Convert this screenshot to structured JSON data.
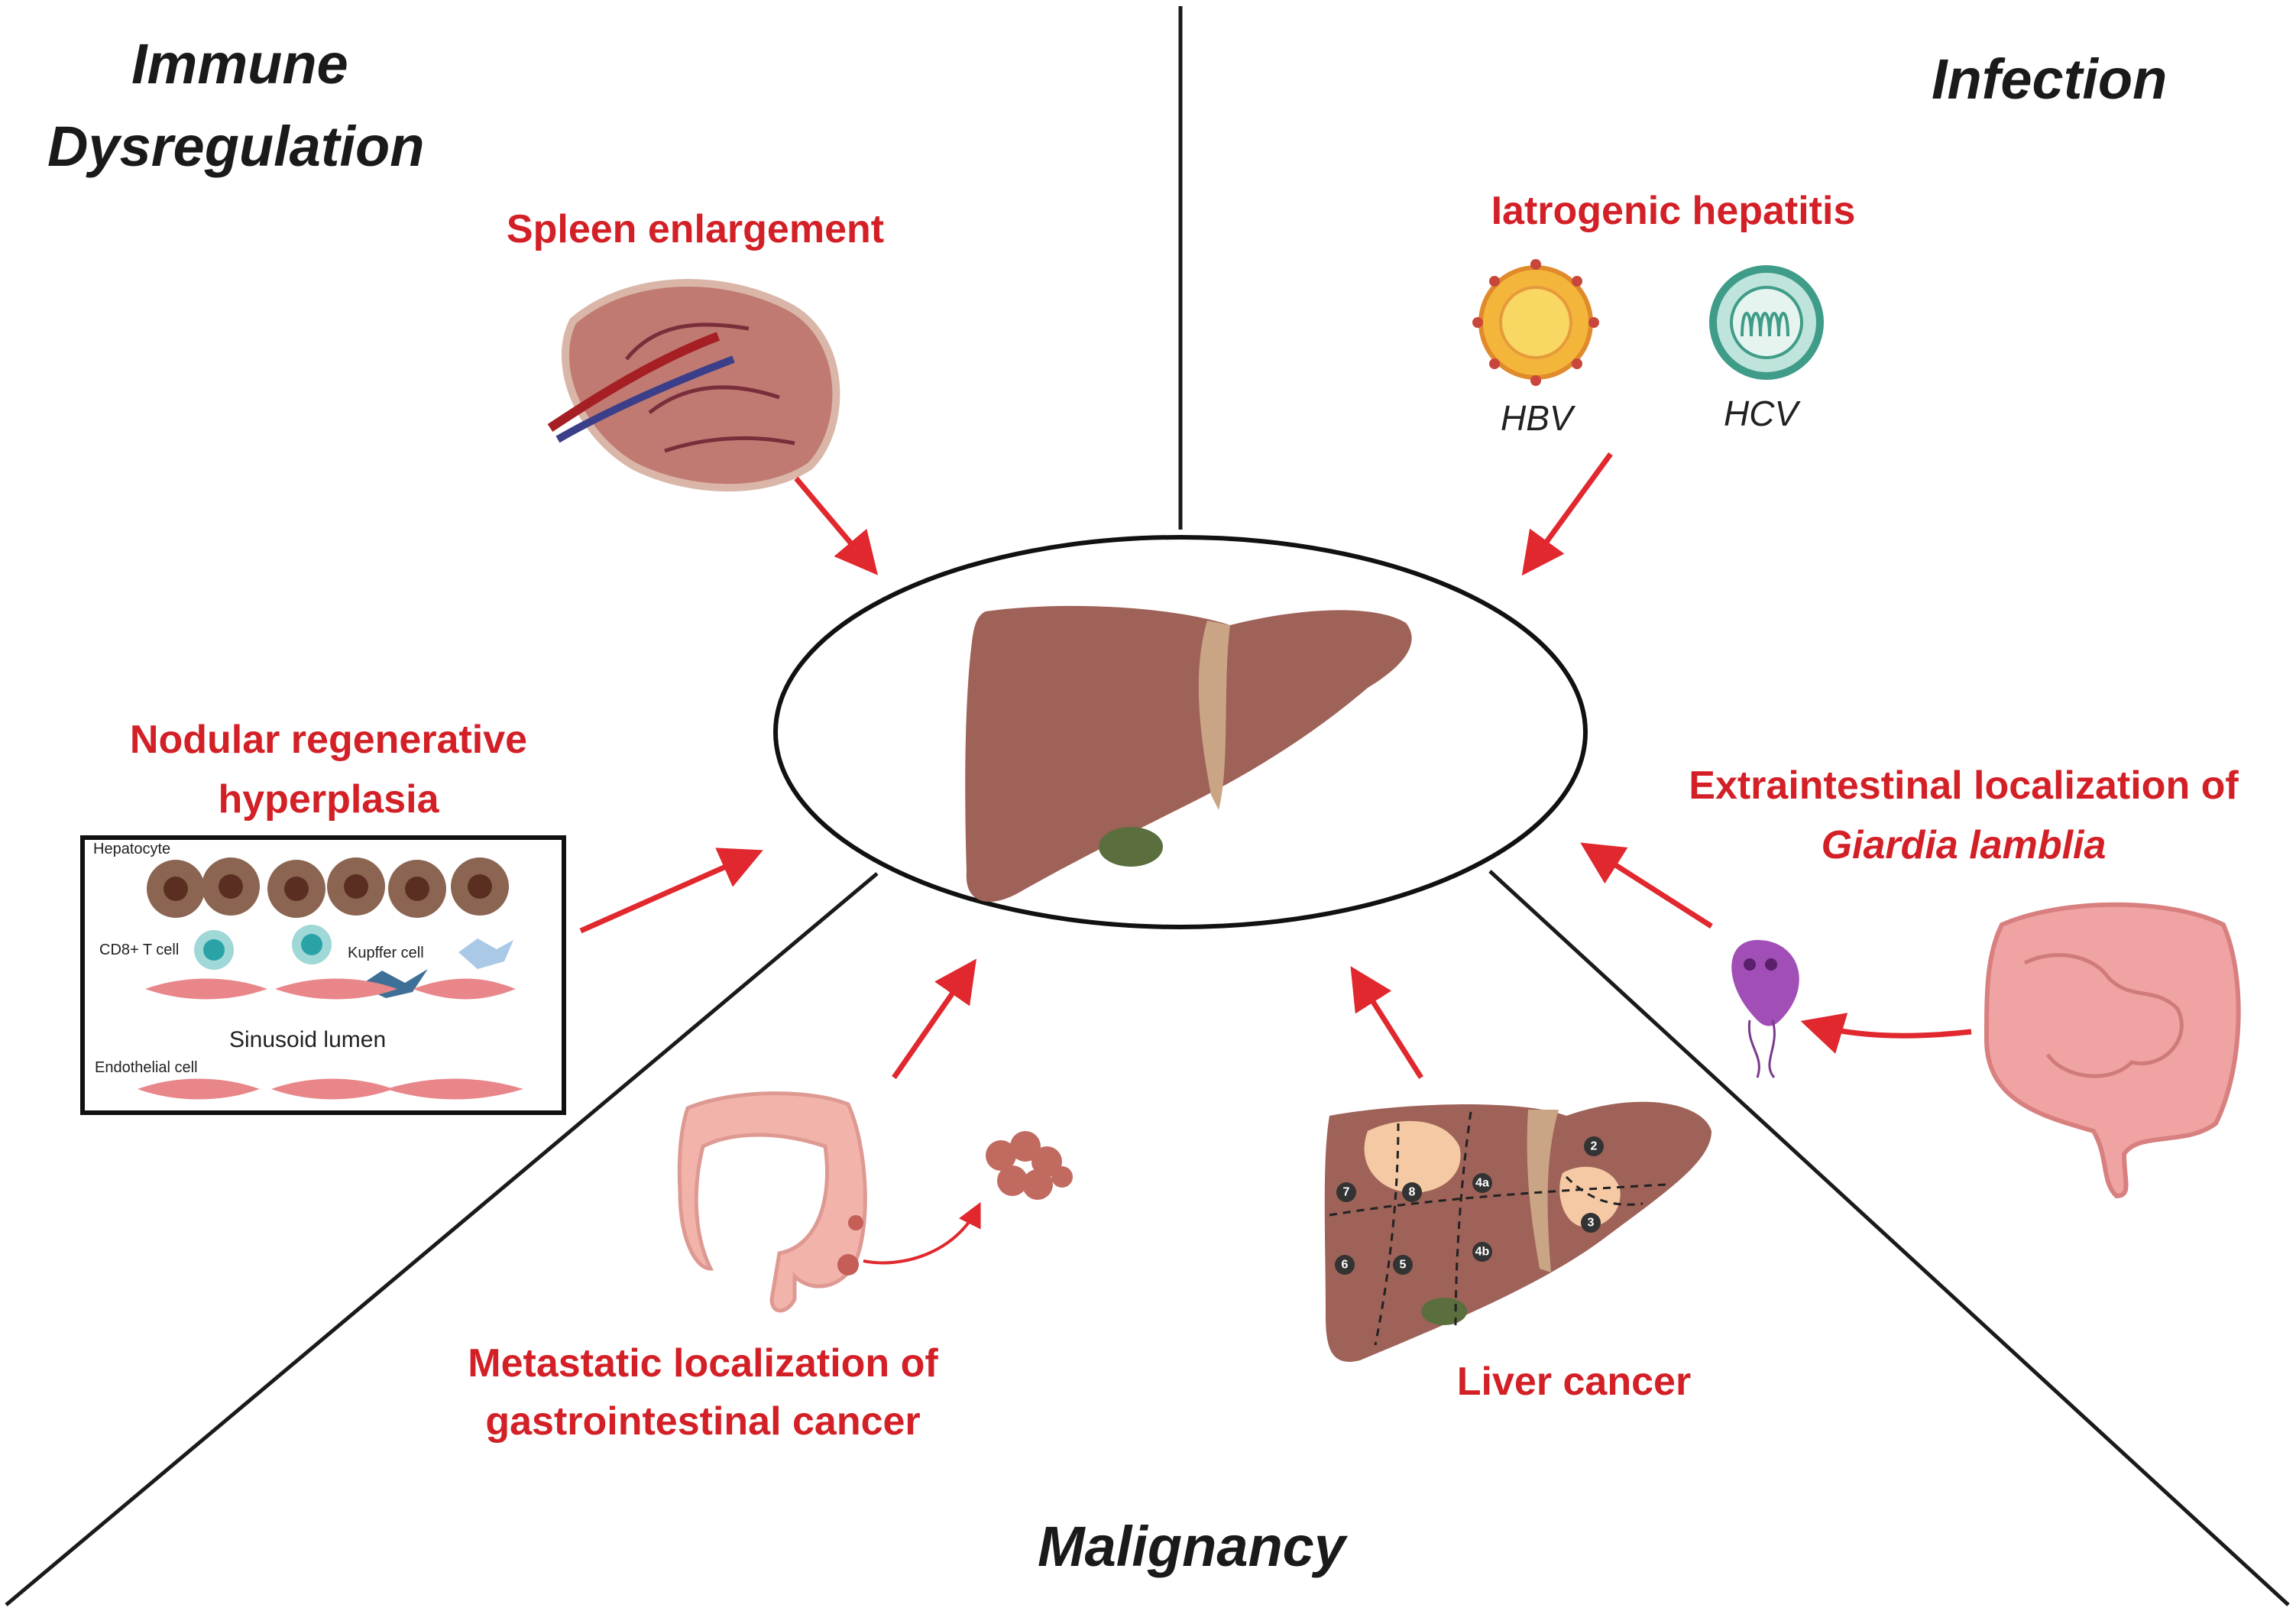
{
  "quadrants": {
    "immune_line1": "Immune",
    "immune_line2": "Dysregulation",
    "infection": "Infection",
    "malignancy": "Malignancy"
  },
  "labels": {
    "spleen": "Spleen enlargement",
    "hepatitis": "Iatrogenic hepatitis",
    "nrh_line1": "Nodular regenerative",
    "nrh_line2": "hyperplasia",
    "giardia_line1": "Extraintestinal localization of",
    "giardia_line2": "Giardia lamblia",
    "metastatic_line1": "Metastatic localization of",
    "metastatic_line2": "gastrointestinal cancer",
    "liver_cancer": "Liver cancer"
  },
  "viruses": {
    "hbv": "HBV",
    "hcv": "HCV"
  },
  "nrh_panel": {
    "hepatocyte": "Hepatocyte",
    "cd8": "CD8+ T cell",
    "kupffer": "Kupffer cell",
    "lumen": "Sinusoid lumen",
    "endothelial": "Endothelial cell"
  },
  "liver_segments": [
    "7",
    "8",
    "4a",
    "2",
    "3",
    "6",
    "5",
    "4b"
  ],
  "colors": {
    "label_red": "#d32027",
    "liver": "#9e6258",
    "gallbladder": "#5a6e3e",
    "tumor": "#f5c9a3"
  }
}
